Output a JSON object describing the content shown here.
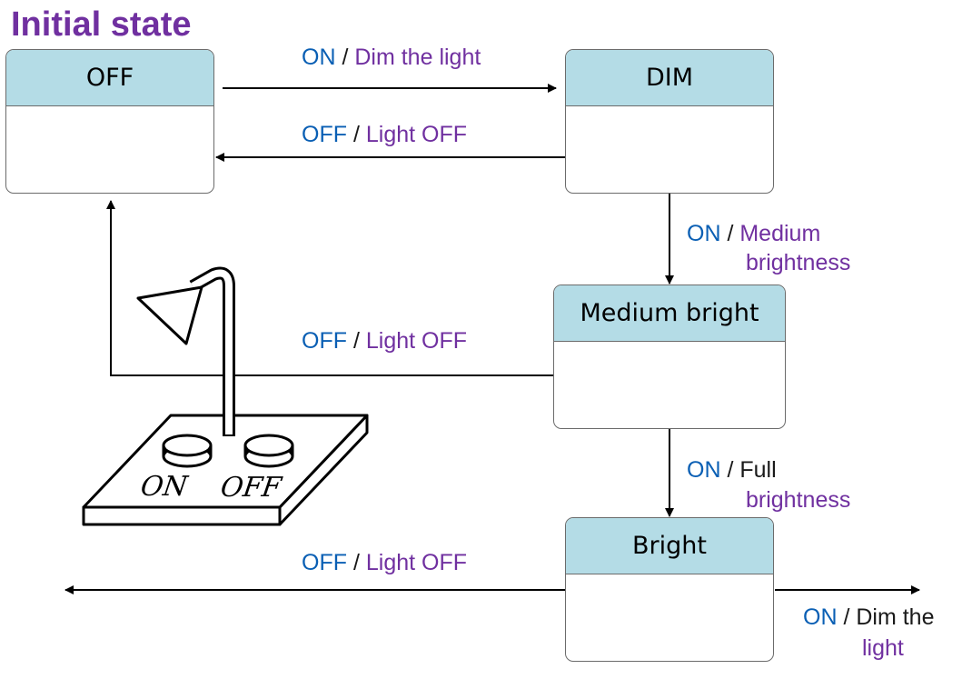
{
  "title": "Initial state",
  "states": {
    "off": "OFF",
    "dim": "DIM",
    "medium": "Medium bright",
    "bright": "Bright"
  },
  "transitions": {
    "off_to_dim": {
      "event": "ON",
      "sep": "/",
      "action": "Dim the light"
    },
    "dim_to_off": {
      "event": "OFF",
      "sep": "/",
      "action": "Light OFF"
    },
    "dim_to_medium": {
      "event": "ON",
      "sep": "/",
      "action_line1": "Medium",
      "action_line2": "brightness"
    },
    "medium_to_off": {
      "event": "OFF",
      "sep": "/",
      "action": "Light OFF"
    },
    "medium_to_bright": {
      "event": "ON",
      "sep": "/",
      "action_line1": "Full",
      "action_line2": "brightness"
    },
    "bright_to_off": {
      "event": "OFF",
      "sep": "/",
      "action": "Light OFF"
    },
    "bright_to_dim": {
      "event": "ON",
      "sep": "/",
      "action_line1": "Dim the",
      "action_line2": "light"
    }
  },
  "lamp": {
    "on_button": "ON",
    "off_button": "OFF"
  },
  "colors": {
    "event": "#0a5fb4",
    "action": "#7030a0",
    "state_header": "#b4dce6",
    "title": "#7030a0"
  }
}
